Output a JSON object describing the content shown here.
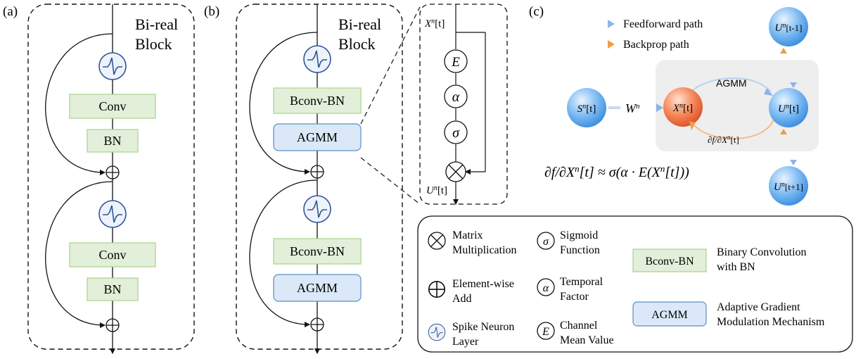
{
  "panels": {
    "a": {
      "tag": "(a)",
      "block_title_line1": "Bi-real",
      "block_title_line2": "Block",
      "layers": [
        "Conv",
        "BN",
        "Conv",
        "BN"
      ]
    },
    "b": {
      "tag": "(b)",
      "block_title_line1": "Bi-real",
      "block_title_line2": "Block",
      "layers": [
        "Bconv-BN",
        "AGMM",
        "Bconv-BN",
        "AGMM"
      ],
      "zoom": {
        "input_label": "X",
        "input_sup": "n",
        "input_idx": "[t]",
        "output_label": "U",
        "output_sup": "n",
        "output_idx": "[t]",
        "ops": [
          "E",
          "α",
          "σ"
        ],
        "multiply_symbol": "⊗"
      }
    },
    "c": {
      "tag": "(c)",
      "legend_feedforward": "Feedforward path",
      "legend_backprop": "Backprop path",
      "node_s": {
        "main": "S",
        "sup": "n",
        "idx": "[t]"
      },
      "weight": {
        "main": "W",
        "sup": "n"
      },
      "node_x": {
        "main": "X",
        "sup": "n",
        "idx": "[t]"
      },
      "node_u": {
        "main": "U",
        "sup": "n",
        "idx": "[t]"
      },
      "node_u_prev": {
        "main": "U",
        "sup": "n",
        "idx": "[t-1]"
      },
      "node_u_next": {
        "main": "U",
        "sup": "n",
        "idx": "[t+1]"
      },
      "agmm_arrow_label": "AGMM",
      "grad_label": {
        "pre": "∂f/∂X",
        "sup": "n",
        "idx": "[t]"
      },
      "formula": {
        "pre": "∂f/∂X",
        "sup": "n",
        "mid": "[t] ≈ σ(α · E(X",
        "sup2": "n",
        "post": "[t]))"
      }
    }
  },
  "legend": {
    "multiply": {
      "symbol": "⊗",
      "line1": "Matrix",
      "line2": "Multiplication"
    },
    "add": {
      "symbol": "⊕",
      "line1": "Element-wise",
      "line2": "Add"
    },
    "spike": {
      "line1": "Spike Neuron",
      "line2": "Layer"
    },
    "sigmoid": {
      "symbol": "σ",
      "line1": "Sigmoid",
      "line2": "Function"
    },
    "temporal": {
      "symbol": "α",
      "line1": "Temporal",
      "line2": "Factor"
    },
    "channel": {
      "symbol": "E",
      "line1": "Channel",
      "line2": "Mean Value"
    },
    "bconv": {
      "box": "Bconv-BN",
      "line1": "Binary Convolution",
      "line2": "with BN"
    },
    "agmm": {
      "box": "AGMM",
      "line1": "Adaptive Gradient",
      "line2": "Modulation Mechanism"
    }
  },
  "colors": {
    "green_fill": "#e2efd9",
    "green_stroke": "#a9d18e",
    "blue_fill": "#dae8f7",
    "blue_stroke": "#5b8fc7",
    "neuron_fill": "#eaf1fb",
    "neuron_stroke": "#2f5597",
    "orange_node": "#f07a4f",
    "blue_node": "#5fa8ec",
    "gray_panel": "#eeeeee"
  }
}
